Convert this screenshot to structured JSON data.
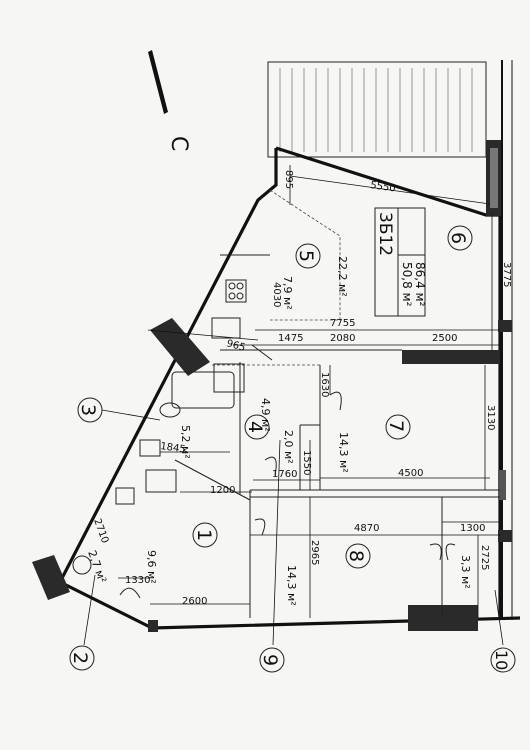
{
  "compass": {
    "label": "С"
  },
  "apartment": {
    "number": "3Б12",
    "living_area": "50,8 м²",
    "total_area": "86,4 м²"
  },
  "rooms": [
    {
      "id": "1",
      "area": "9,6 м²"
    },
    {
      "id": "2",
      "area": "2,7 м²"
    },
    {
      "id": "3",
      "area": "5,2 м²"
    },
    {
      "id": "4",
      "area": "4,9 м²"
    },
    {
      "id": "5",
      "area": "7,9 м²"
    },
    {
      "id": "6",
      "area": "22,2 м²"
    },
    {
      "id": "7",
      "area": "14,3 м²"
    },
    {
      "id": "8",
      "area": "14,3 м²"
    },
    {
      "id": "9",
      "area": "2,0 м²"
    },
    {
      "id": "10",
      "area": "3,3 м²"
    }
  ],
  "dimensions": {
    "d5550": "5550",
    "d895": "895",
    "d3775": "3775",
    "d4030": "4030",
    "d7755": "7755",
    "d1475": "1475",
    "d2080": "2080",
    "d2500": "2500",
    "d965": "965",
    "d1630": "1630",
    "d3130": "3130",
    "d1550": "1550",
    "d1760": "1760",
    "d4500": "4500",
    "d1845": "1845",
    "d1200": "1200",
    "d4870": "4870",
    "d1300": "1300",
    "d2710": "2710",
    "d2965": "2965",
    "d2725": "2725",
    "d1330": "1330",
    "d2600": "2600"
  }
}
